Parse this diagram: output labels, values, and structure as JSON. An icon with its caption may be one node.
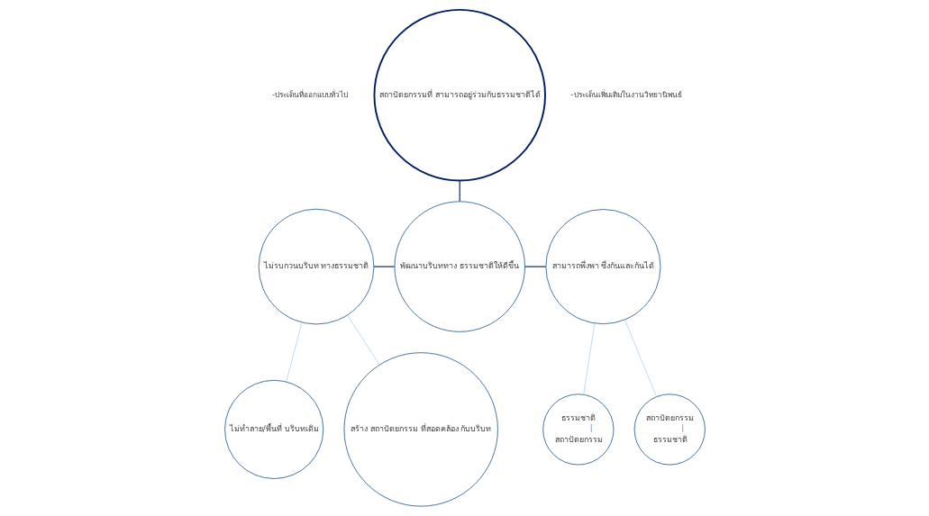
{
  "diagram": {
    "nodes": [
      {
        "text": [
          "สถาปัตยกรรมที่ สามารถอยู่ร่วมกับธรรมชาติได้"
        ]
      },
      {
        "text": [
          "พัฒนาบริบททาง ธรรมชาติให้ดีขึ้น"
        ]
      },
      {
        "text": [
          "ไม่รบกวนบริบท ทางธรรมชาติ"
        ]
      },
      {
        "text": [
          "สามารถพึ่งพา ซึ่งกันและกันได้"
        ]
      },
      {
        "text": [
          "ไม่ทำลาย/พื้นที่ บริบทเดิม"
        ]
      },
      {
        "text": [
          "สร้าง สถาปัตยกรรม ที่สอดคล้อง กับบริบท"
        ]
      },
      {
        "text": [
          "ธรรมชาติ",
          "สถาปัตยกรรม"
        ]
      },
      {
        "text": [
          "สถาปัตยกรรม",
          "ธรรมชาติ"
        ]
      }
    ],
    "edges": [
      {
        "from": 0,
        "to": 1,
        "arrow": "none",
        "color": "#1f3864"
      },
      {
        "from": 2,
        "to": 1,
        "arrow": "none",
        "color": "#1f3864"
      },
      {
        "from": 1,
        "to": 3,
        "arrow": "none",
        "color": "#1f3864"
      },
      {
        "from": 2,
        "to": 4,
        "arrow": "none"
      },
      {
        "from": 2,
        "to": 5,
        "arrow": "none"
      },
      {
        "from": 3,
        "to": 6,
        "arrow": "none"
      },
      {
        "from": 3,
        "to": 7,
        "arrow": "none"
      }
    ],
    "labels": [
      "-ประเด็นที่ออกแบบทั่วไป",
      "-ประเด็นเพิ่มเติมในงานวิทยานิพนธ์"
    ]
  }
}
